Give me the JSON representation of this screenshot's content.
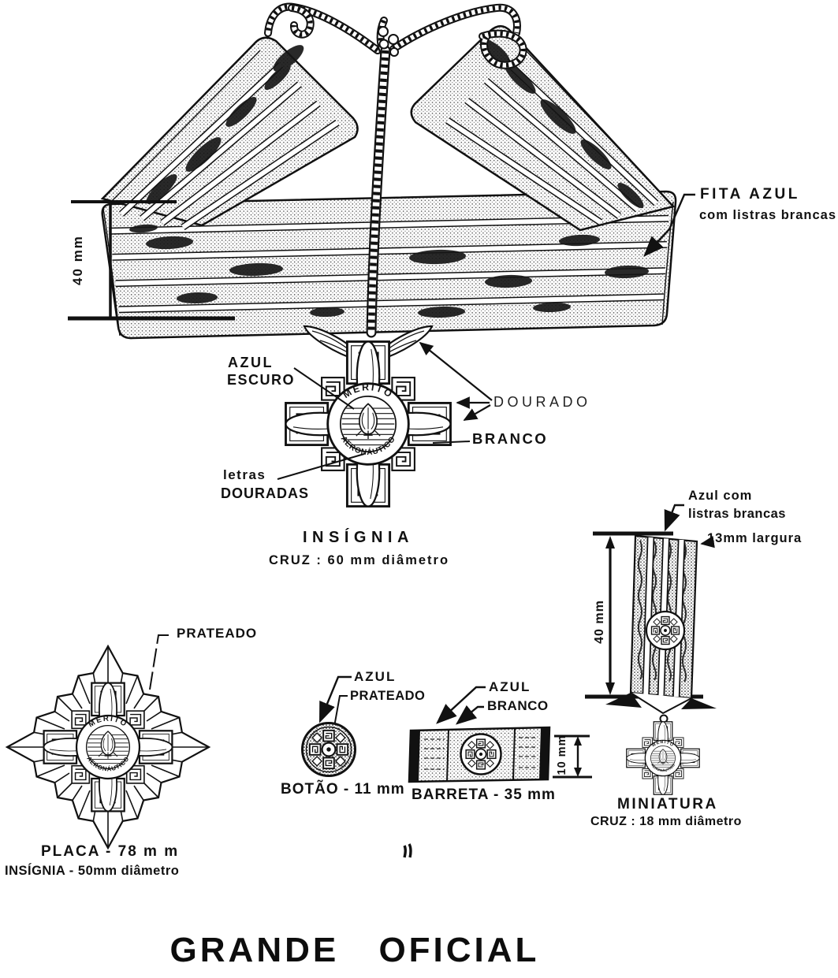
{
  "sash": {
    "label_line1": "FITA AZUL",
    "label_line2": "com listras brancas",
    "width_label": "40 mm"
  },
  "insignia": {
    "caption": "INSÍGNIA",
    "size": "CRUZ :  60 mm diâmetro",
    "labels": {
      "azul_1": "AZUL",
      "azul_2": "ESCURO",
      "dourado": "DOURADO",
      "branco": "BRANCO",
      "letras_1": "letras",
      "letras_2": "DOURADAS"
    },
    "medallion": {
      "top": "MÉRITO",
      "bottom": "AERONÁUTICO"
    }
  },
  "placa": {
    "pointer": "PRATEADO",
    "caption": "PLACA - 78 m m",
    "subcaption": "INSÍGNIA - 50mm diâmetro"
  },
  "botao": {
    "label_azul": "AZUL",
    "label_prateado": "PRATEADO",
    "caption": "BOTÃO - 11 mm"
  },
  "barreta": {
    "label_azul": "AZUL",
    "label_branco": "BRANCO",
    "caption": "BARRETA - 35 mm",
    "height_label": "10 mm"
  },
  "miniatura": {
    "label_line1": "Azul com",
    "label_line2": "listras brancas",
    "width_label": "13mm largura",
    "height_label": "40 mm",
    "caption": "MINIATURA",
    "size": "CRUZ : 18 mm diâmetro"
  },
  "title": "GRANDE OFICIAL"
}
